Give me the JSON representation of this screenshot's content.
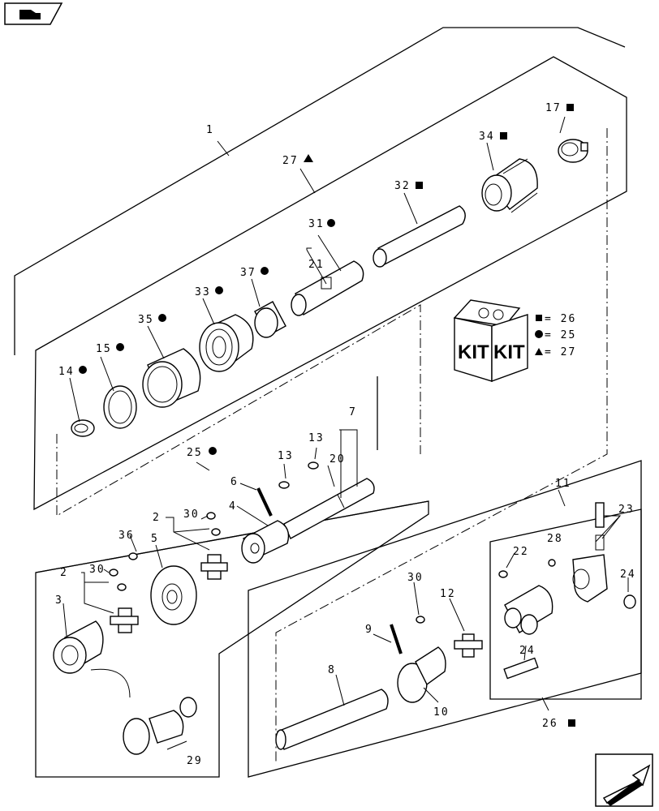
{
  "callouts": {
    "c1": "1",
    "c27": "27",
    "c17": "17",
    "c34": "34",
    "c32": "32",
    "c31": "31",
    "c21": "21",
    "c37": "37",
    "c33": "33",
    "c35": "35",
    "c15": "15",
    "c14": "14",
    "c25": "25",
    "c7": "7",
    "c13a": "13",
    "c13b": "13",
    "c20": "20",
    "c6": "6",
    "c4": "4",
    "c2a": "2",
    "c30a": "30",
    "c36": "36",
    "c5": "5",
    "c2b": "2",
    "c30b": "30",
    "c3": "3",
    "c29": "29",
    "c11": "11",
    "c23": "23",
    "c28": "28",
    "c22": "22",
    "c24a": "24",
    "c24b": "24",
    "c30c": "30",
    "c12": "12",
    "c9": "9",
    "c8": "8",
    "c10": "10",
    "c26": "26"
  },
  "legend": {
    "kit_text_left": "KIT",
    "kit_text_right": "KIT",
    "row1": "= 26",
    "row2": "= 25",
    "row3": "= 27"
  },
  "symbols": {
    "square": "square-mark",
    "circle": "circle-mark",
    "triangle": "triangle-mark"
  }
}
